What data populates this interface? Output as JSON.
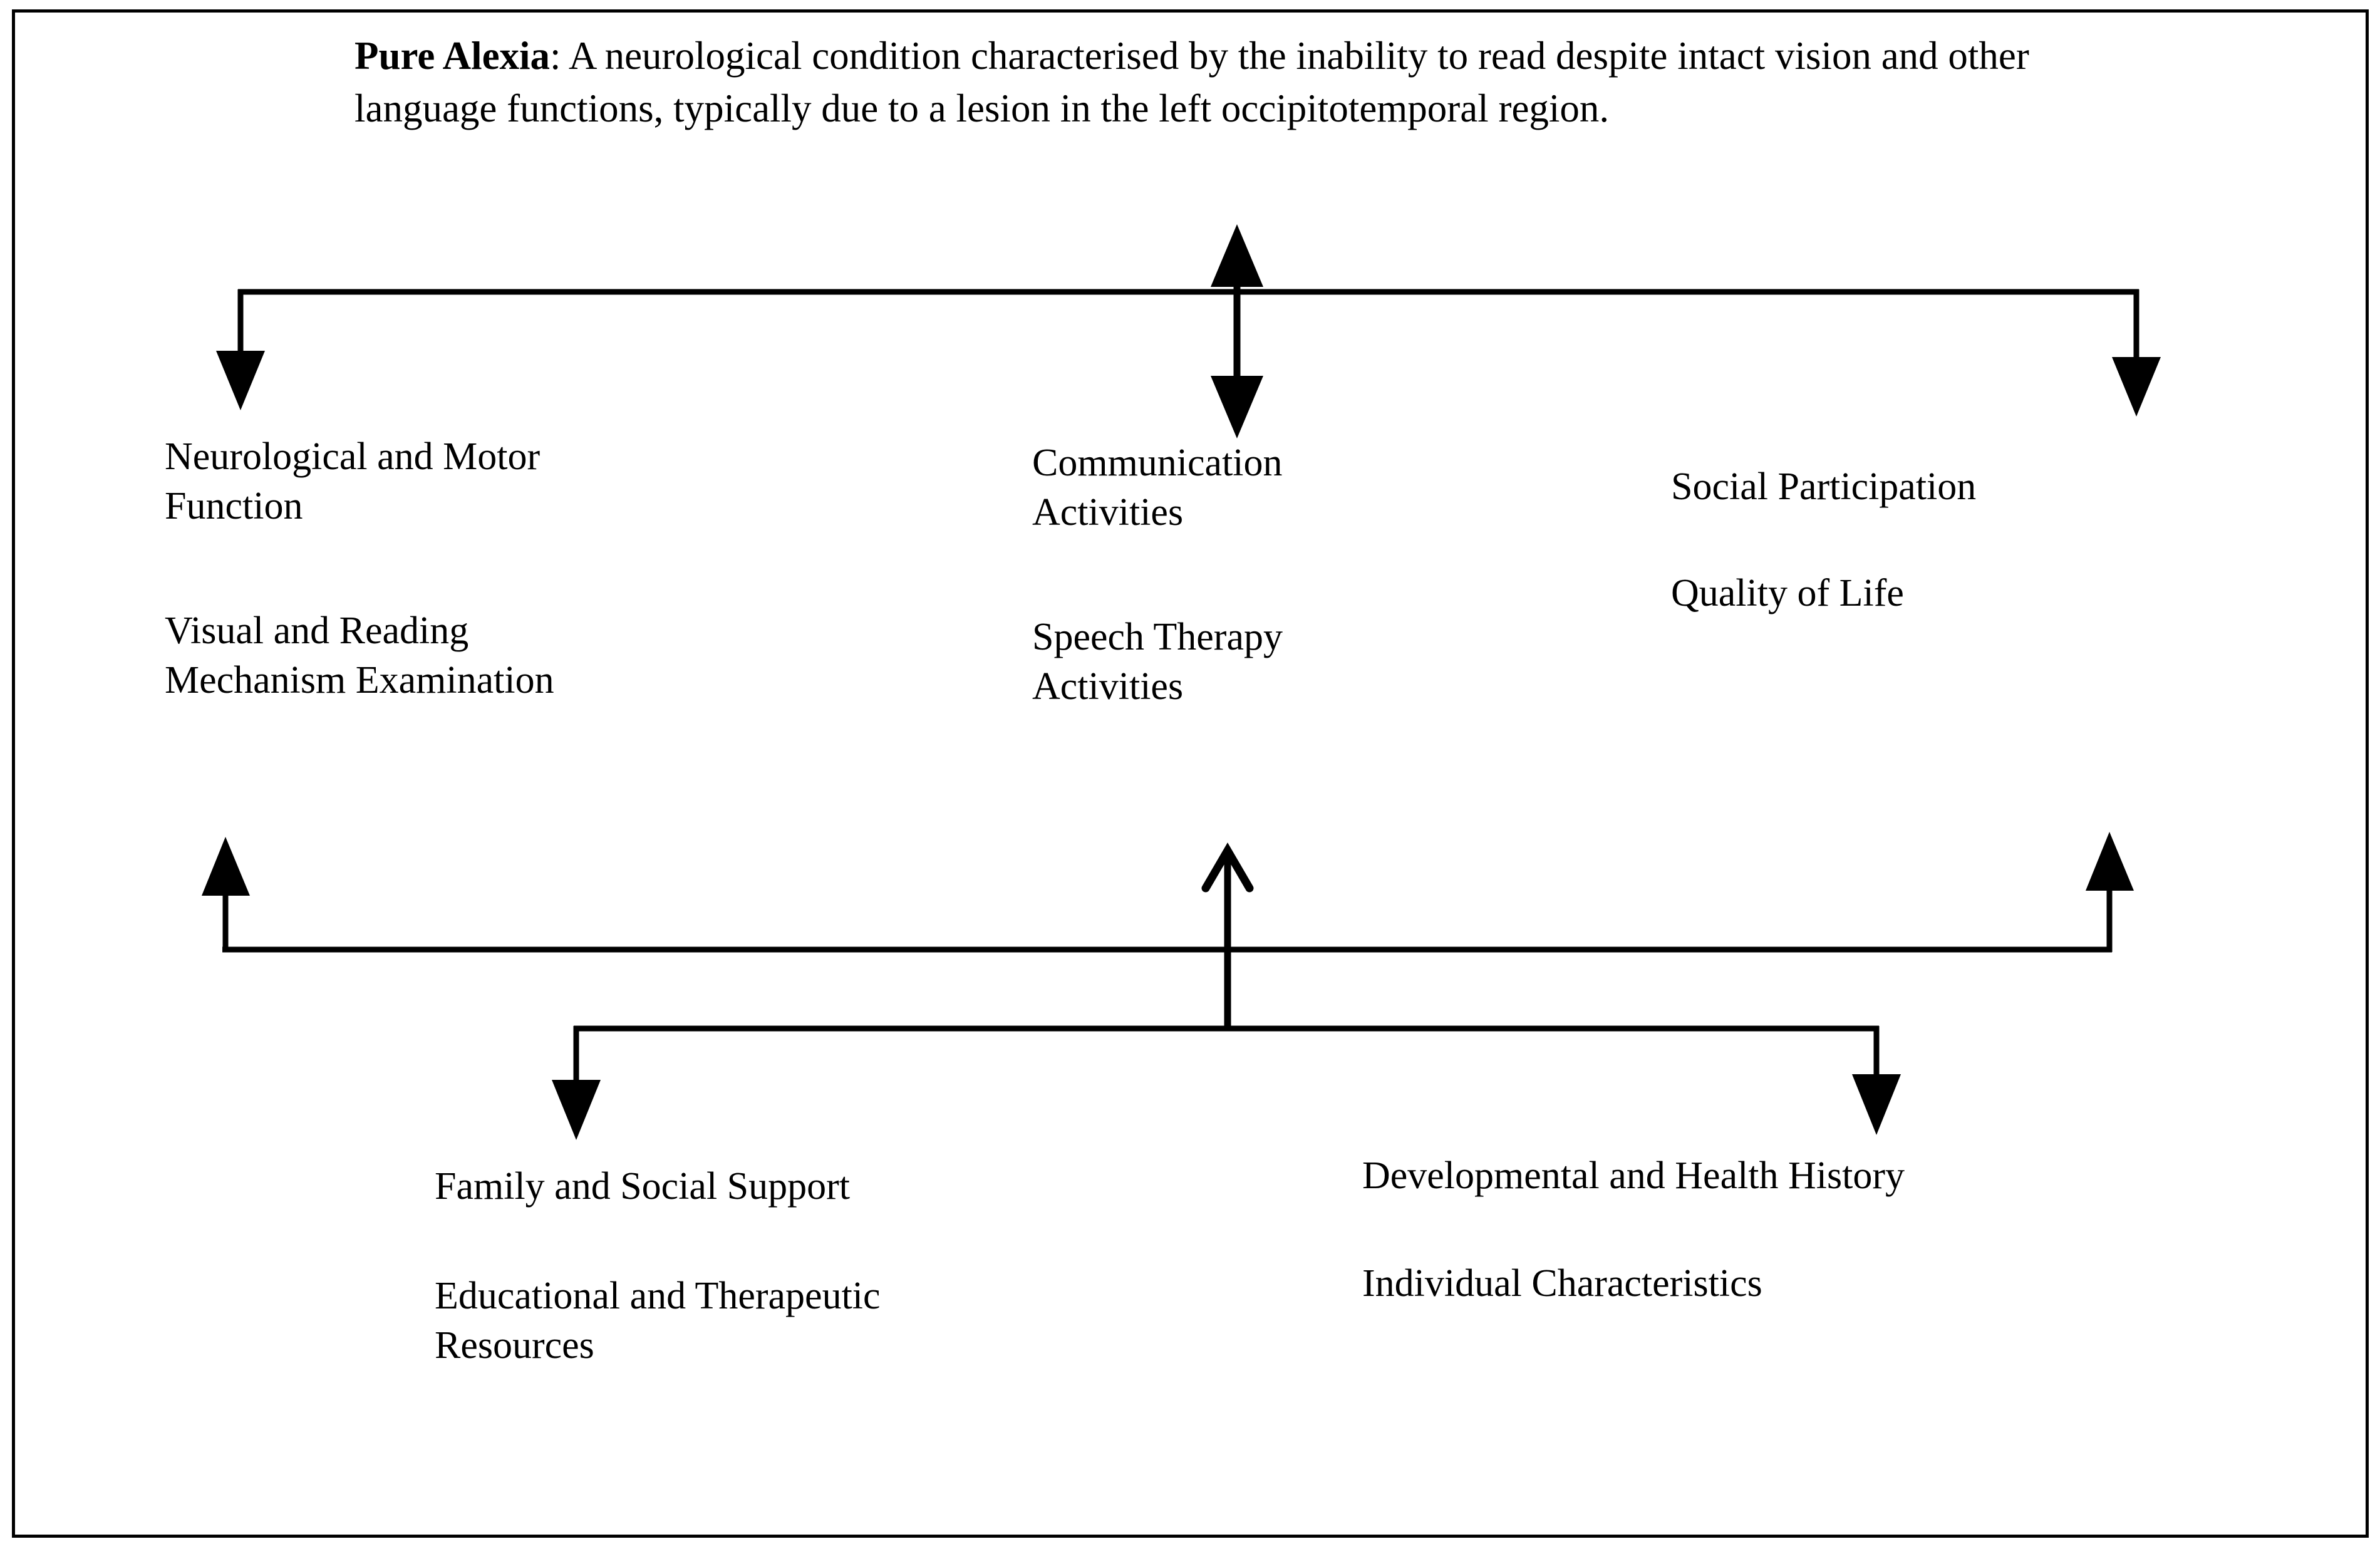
{
  "figure": {
    "definition": {
      "term": "Pure Alexia",
      "body": ": A neurological condition characterised by the inability to read despite intact vision and other language functions, typically due to a lesion in the left occipitotemporal region."
    },
    "border_color": "#000000",
    "line_color": "#000000",
    "background_color": "#ffffff"
  },
  "nodes": {
    "neurological_motor_function": "Neurological and Motor\nFunction",
    "visual_reading_mechanism": "Visual and Reading\nMechanism Examination",
    "communication_activities": "Communication\nActivities",
    "speech_therapy_activities": "Speech Therapy\nActivities",
    "social_participation": "Social Participation",
    "quality_of_life": "Quality of Life",
    "family_social_support": "Family and Social Support",
    "educational_therapeutic_resources": "Educational and Therapeutic\nResources",
    "developmental_health_history": "Developmental and Health History",
    "individual_characteristics": "Individual Characteristics"
  },
  "connectors": {
    "top_branch_left": "arrow-down-to-neurological-motor",
    "top_branch_center": "double-arrow-vertical-communication",
    "top_branch_right": "arrow-down-to-social-participation",
    "bottom_branch_left": "arrow-up-from-lower-bar-left",
    "bottom_branch_center": "arrow-up-open-head-center",
    "bottom_branch_right": "arrow-up-from-lower-bar-right",
    "bottom_t_left": "arrow-down-to-family-social-support",
    "bottom_t_right": "arrow-down-to-developmental-health-history"
  }
}
